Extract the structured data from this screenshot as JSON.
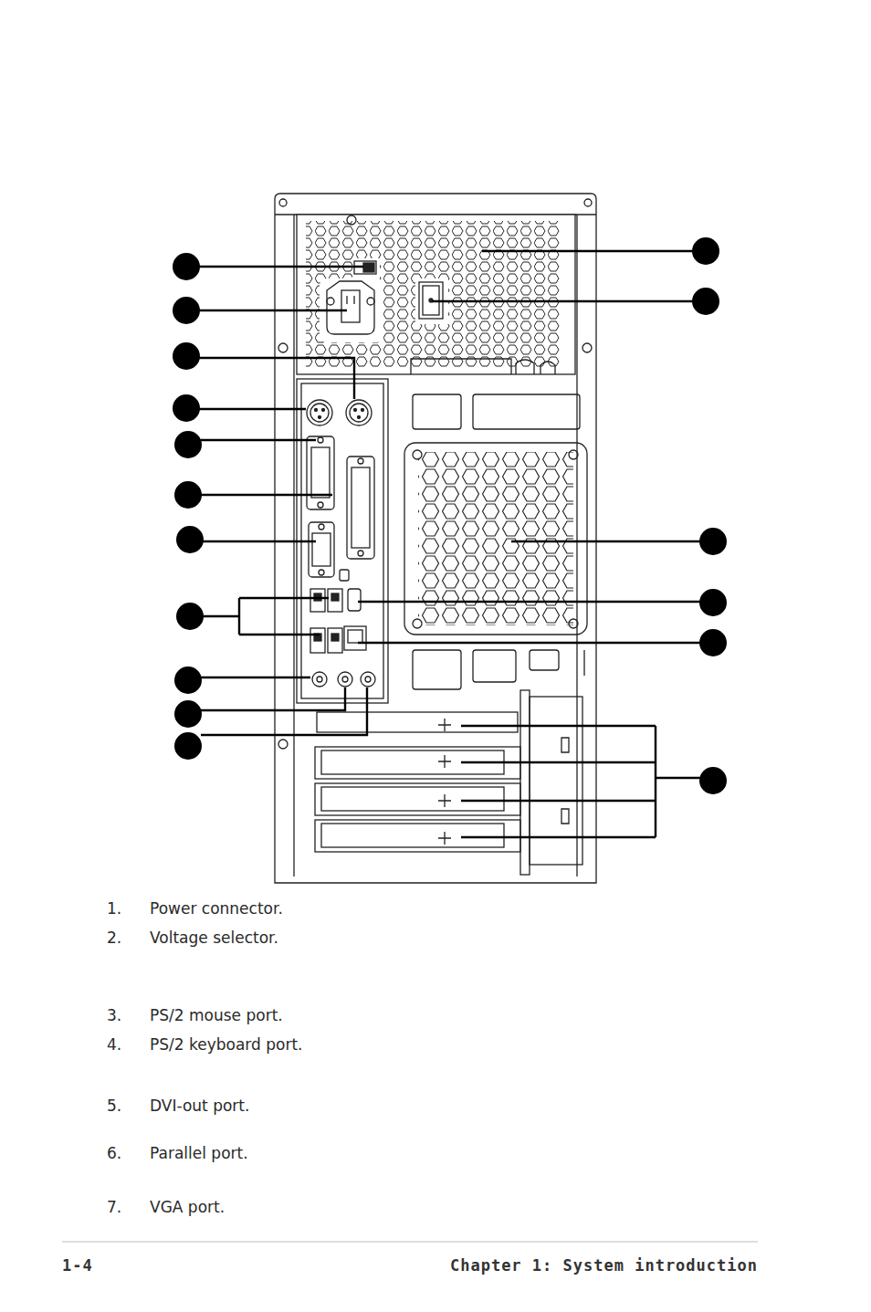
{
  "diagram": {
    "labels": [
      "1.",
      "Power connector.",
      "2.",
      "Voltage selector.",
      "3.",
      "PS/2 mouse port.",
      "4.",
      "PS/2 keyboard port.",
      "5.",
      "DVI-out port.",
      "6.",
      "Parallel port.",
      "7.",
      "VGA port.",
      "1-4",
      "Chapter 1: System introduction"
    ]
  }
}
